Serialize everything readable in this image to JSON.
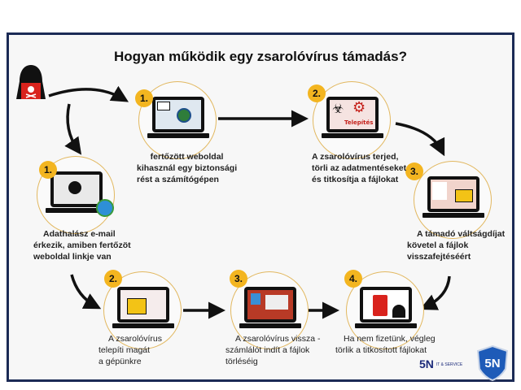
{
  "title": "Hogyan működik egy zsarolóvírus támadás?",
  "steps_top": [
    {
      "number": "1.",
      "lines": [
        "fertőzött weboldal",
        "kihasznál egy biztonsági",
        "rést a számítógépen"
      ]
    },
    {
      "number": "2.",
      "label": "Telepítés",
      "lines": [
        "A zsarolóvírus terjed,",
        "törli az adatmentéseket",
        "és titkosítja a fájlokat"
      ]
    },
    {
      "number": "3.",
      "lines": [
        "A támadó váltságdíjat",
        "követel a fájlok",
        "visszafejtéséért"
      ]
    }
  ],
  "steps_left": [
    {
      "number": "1.",
      "lines": [
        "Adathalász e-mail",
        "érkezik, amiben fertőzöt",
        "weboldal linkje van"
      ]
    },
    {
      "number": "2.",
      "lines": [
        "A zsarolóvírus",
        "telepíti magát",
        "a gépünkre"
      ]
    },
    {
      "number": "3.",
      "lines": [
        "A zsarolóvírus vissza -",
        "számlálót indít a fájlok",
        "törléséig"
      ]
    },
    {
      "number": "4.",
      "lines": [
        "Ha nem fizetünk, végleg",
        "törlik a titkosított fájlokat"
      ]
    }
  ],
  "logo": {
    "brand": "5N",
    "tagline": "IT & SERVICE",
    "shield_text": "5N"
  },
  "colors": {
    "frame": "#1b2a55",
    "badge": "#f3b520",
    "circle": "#e2b860",
    "danger": "#d9231d"
  }
}
